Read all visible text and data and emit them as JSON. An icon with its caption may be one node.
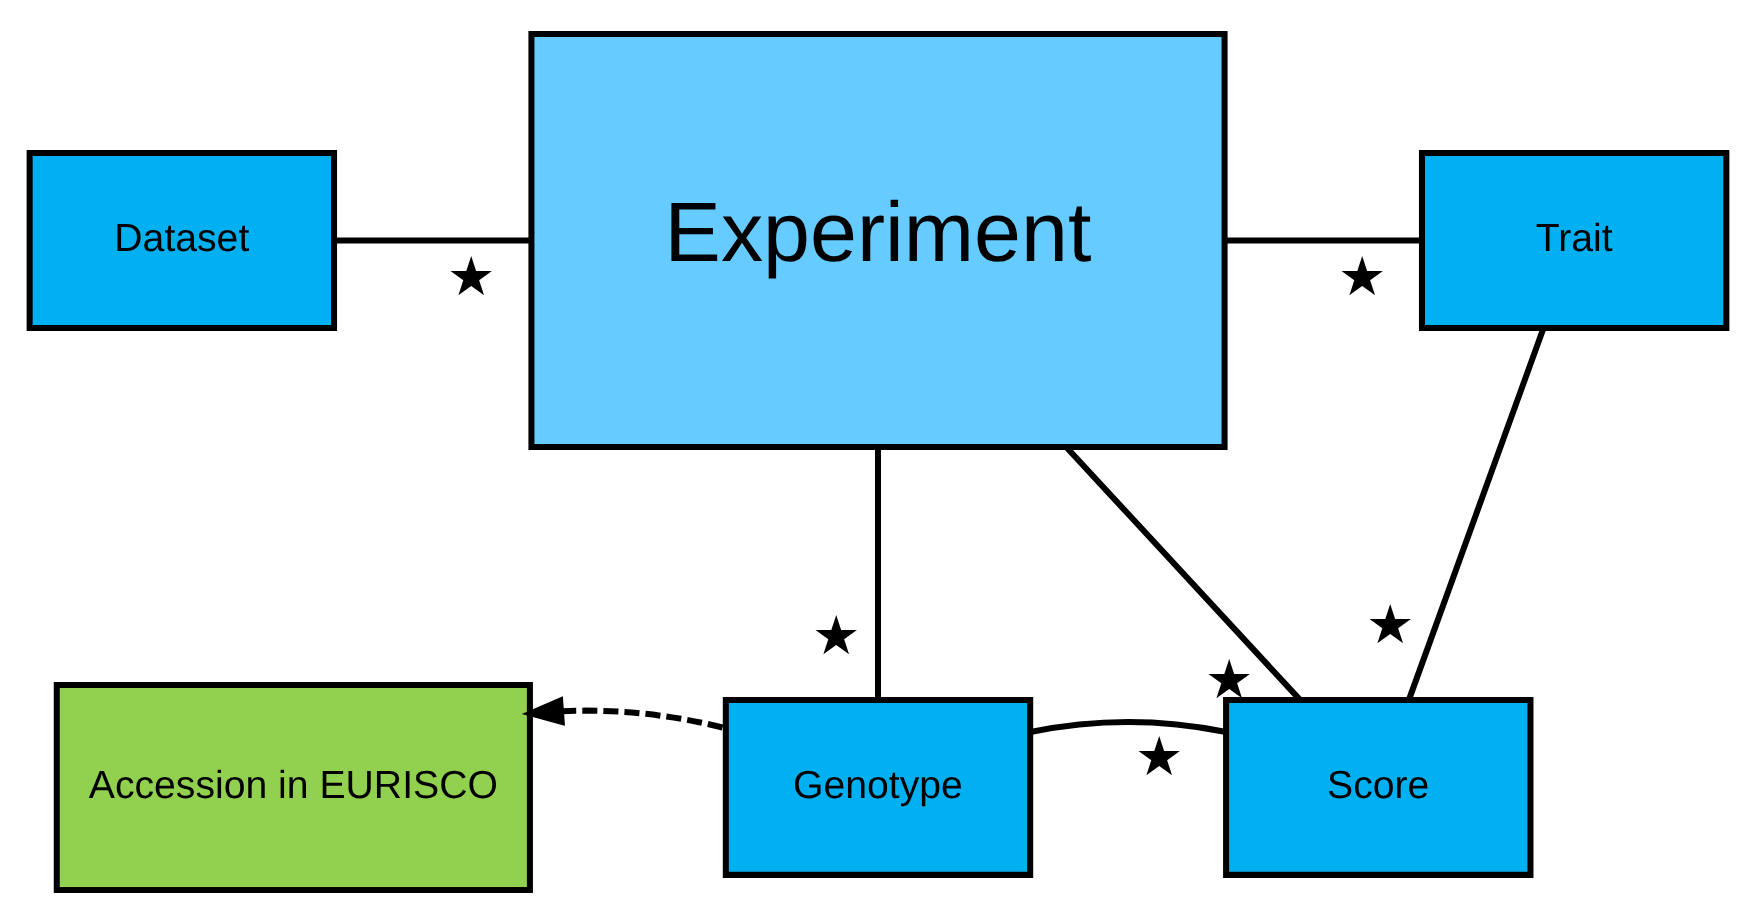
{
  "diagram": {
    "nodes": [
      {
        "text": [
          "Experiment"
        ]
      },
      {
        "text": [
          "Dataset"
        ]
      },
      {
        "text": [
          "Trait"
        ]
      },
      {
        "text": [
          "Accession in EURISCO"
        ]
      },
      {
        "text": [
          "Genotype"
        ]
      },
      {
        "text": [
          "Score"
        ]
      }
    ],
    "edges": [
      {
        "from": 1,
        "to": 0,
        "arrow": "none"
      },
      {
        "from": 0,
        "to": 2,
        "arrow": "none"
      },
      {
        "from": 0,
        "to": 4,
        "arrow": "none"
      },
      {
        "from": 0,
        "to": 5,
        "arrow": "none"
      },
      {
        "from": 2,
        "to": 5,
        "arrow": "none"
      },
      {
        "from": 4,
        "to": 5,
        "arrow": "none"
      },
      {
        "from": 4,
        "to": 3,
        "arrow": "to",
        "style": "dashed"
      }
    ],
    "labels": [
      "★",
      "★",
      "★",
      "★",
      "★",
      "★"
    ]
  }
}
